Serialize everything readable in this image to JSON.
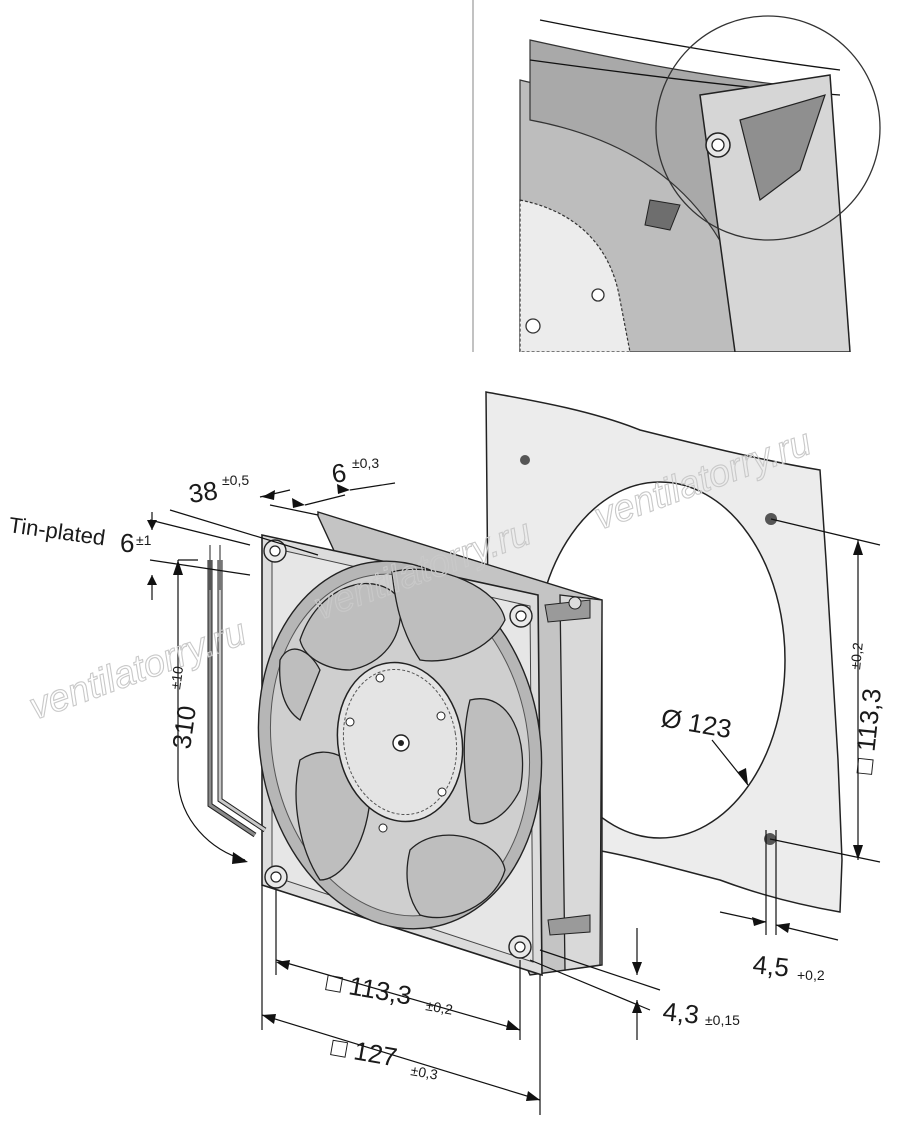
{
  "labels": {
    "tin_plated": "Tin-plated",
    "wire_strip": "6",
    "wire_strip_tol": "±1",
    "depth": "38",
    "depth_tol": "±0,5",
    "flange": "6",
    "flange_tol": "±0,3",
    "wire_length": "310",
    "wire_length_tol": "±10",
    "cutout_diameter": "Ø 123",
    "mount_spacing_right": "□ 113,3",
    "mount_spacing_right_tol": "±0,2",
    "hole_dia": "4,5",
    "hole_dia_tol": "+0,2",
    "hole_dia_fan": "4,3",
    "hole_dia_fan_tol": "±0,15",
    "mount_spacing_bottom": "□ 113,3",
    "mount_spacing_bottom_tol": "±0,2",
    "frame_size": "□ 127",
    "frame_size_tol": "±0,3"
  },
  "watermark": "ventilatorry.ru"
}
